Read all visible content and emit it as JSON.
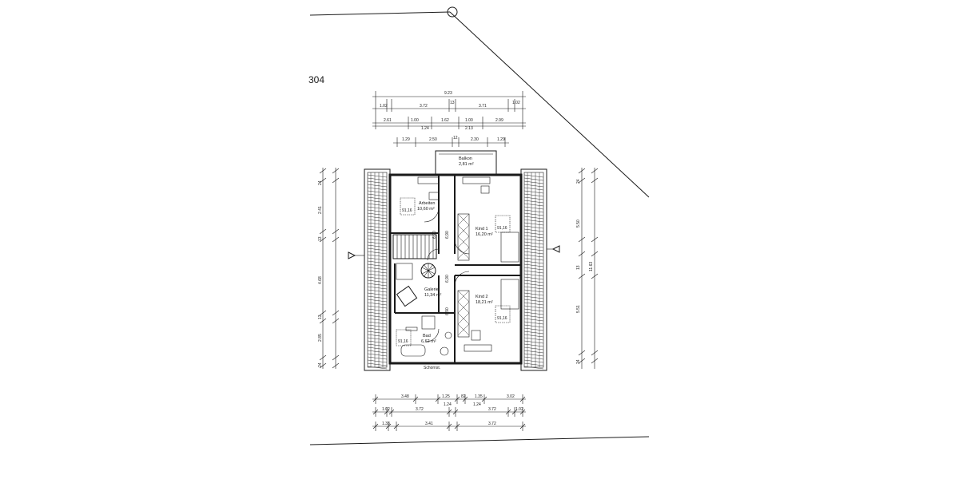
{
  "sheet": {
    "page_number": "304"
  },
  "rooms": [
    {
      "id": "arbeiten",
      "name": "Arbeiten",
      "area": "10,60 m²"
    },
    {
      "id": "balkon",
      "name": "Balkon",
      "area": "2,81 m²"
    },
    {
      "id": "kind1",
      "name": "Kind 1",
      "area": "16,20 m²"
    },
    {
      "id": "galerie",
      "name": "Galerie",
      "area": "11,34 m²"
    },
    {
      "id": "kind2",
      "name": "Kind 2",
      "area": "18,21 m²"
    },
    {
      "id": "bad",
      "name": "Bad",
      "area": "6,62 m²"
    }
  ],
  "window_tags": {
    "arbeiten": "91,16",
    "kind1": "91,16",
    "kind2": "91,16",
    "bad": "91,16"
  },
  "labels": {
    "door_height": "6,90",
    "chimney": "Schornst."
  },
  "dims_top": {
    "overall": "9.23",
    "row1": [
      "1.02",
      "3.72",
      "13",
      "3.71",
      "1.02"
    ],
    "row2": [
      "2.61",
      "1.00",
      "1.62",
      "1.00",
      "2.99"
    ],
    "row3": [
      "1.24",
      "2.13"
    ],
    "balcony": [
      "1.29",
      "2.50",
      "12",
      "2.30",
      "1.29"
    ]
  },
  "dims_left": [
    "24",
    "2.41",
    "13",
    "4.68",
    "13",
    "2.85",
    "24"
  ],
  "dims_right": [
    "24",
    "5.50",
    "13",
    "11.63",
    "5.51",
    "24"
  ],
  "dims_bottom": {
    "row1": [
      "3.48",
      "1.25",
      "82",
      "1.35",
      "3.02"
    ],
    "row2": [
      "1.02",
      "3.72",
      "1.24",
      "1.24",
      "3.72",
      "1.02"
    ],
    "row3": [
      "1.33",
      "3.41",
      "3.72"
    ]
  }
}
